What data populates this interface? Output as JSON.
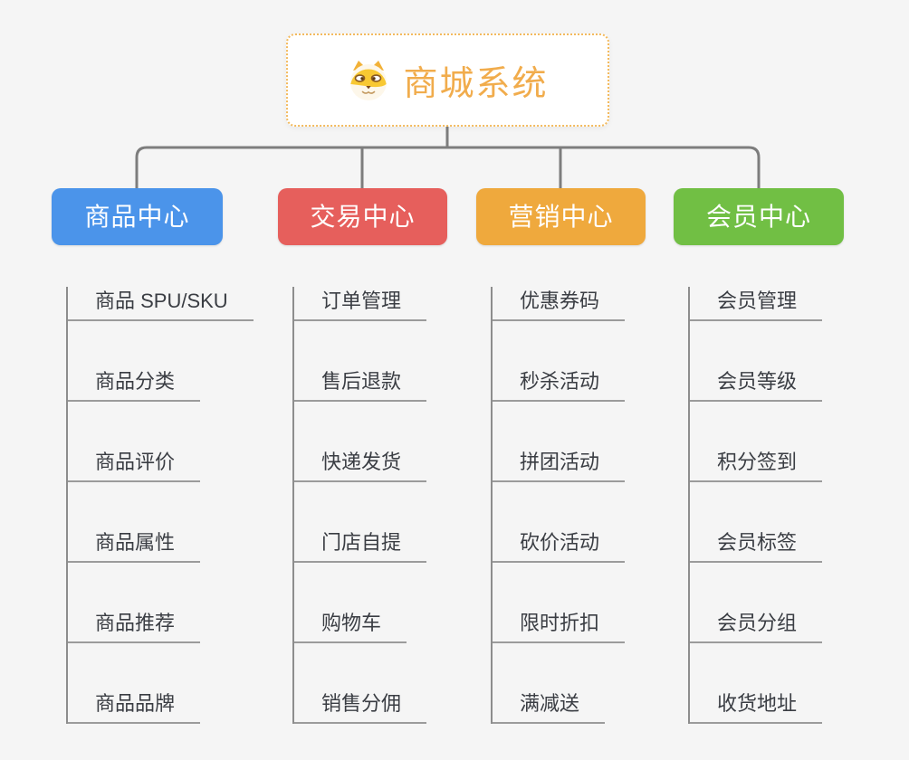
{
  "root": {
    "title": "商城系统",
    "icon": "dog-face-icon",
    "title_color": "#F1AC4C",
    "border_color": "#F3BA5E"
  },
  "branches": [
    {
      "label": "商品中心",
      "color": "#4B94EA",
      "items": [
        "商品 SPU/SKU",
        "商品分类",
        "商品评价",
        "商品属性",
        "商品推荐",
        "商品品牌"
      ]
    },
    {
      "label": "交易中心",
      "color": "#E65F5C",
      "items": [
        "订单管理",
        "售后退款",
        "快递发货",
        "门店自提",
        "购物车",
        "销售分佣"
      ]
    },
    {
      "label": "营销中心",
      "color": "#EFA93D",
      "items": [
        "优惠券码",
        "秒杀活动",
        "拼团活动",
        "砍价活动",
        "限时折扣",
        "满减送"
      ]
    },
    {
      "label": "会员中心",
      "color": "#71BF44",
      "items": [
        "会员管理",
        "会员等级",
        "积分签到",
        "会员标签",
        "会员分组",
        "收货地址"
      ]
    }
  ],
  "connector_color": "#7d7d7d",
  "underline_color": "#9b9b9b"
}
